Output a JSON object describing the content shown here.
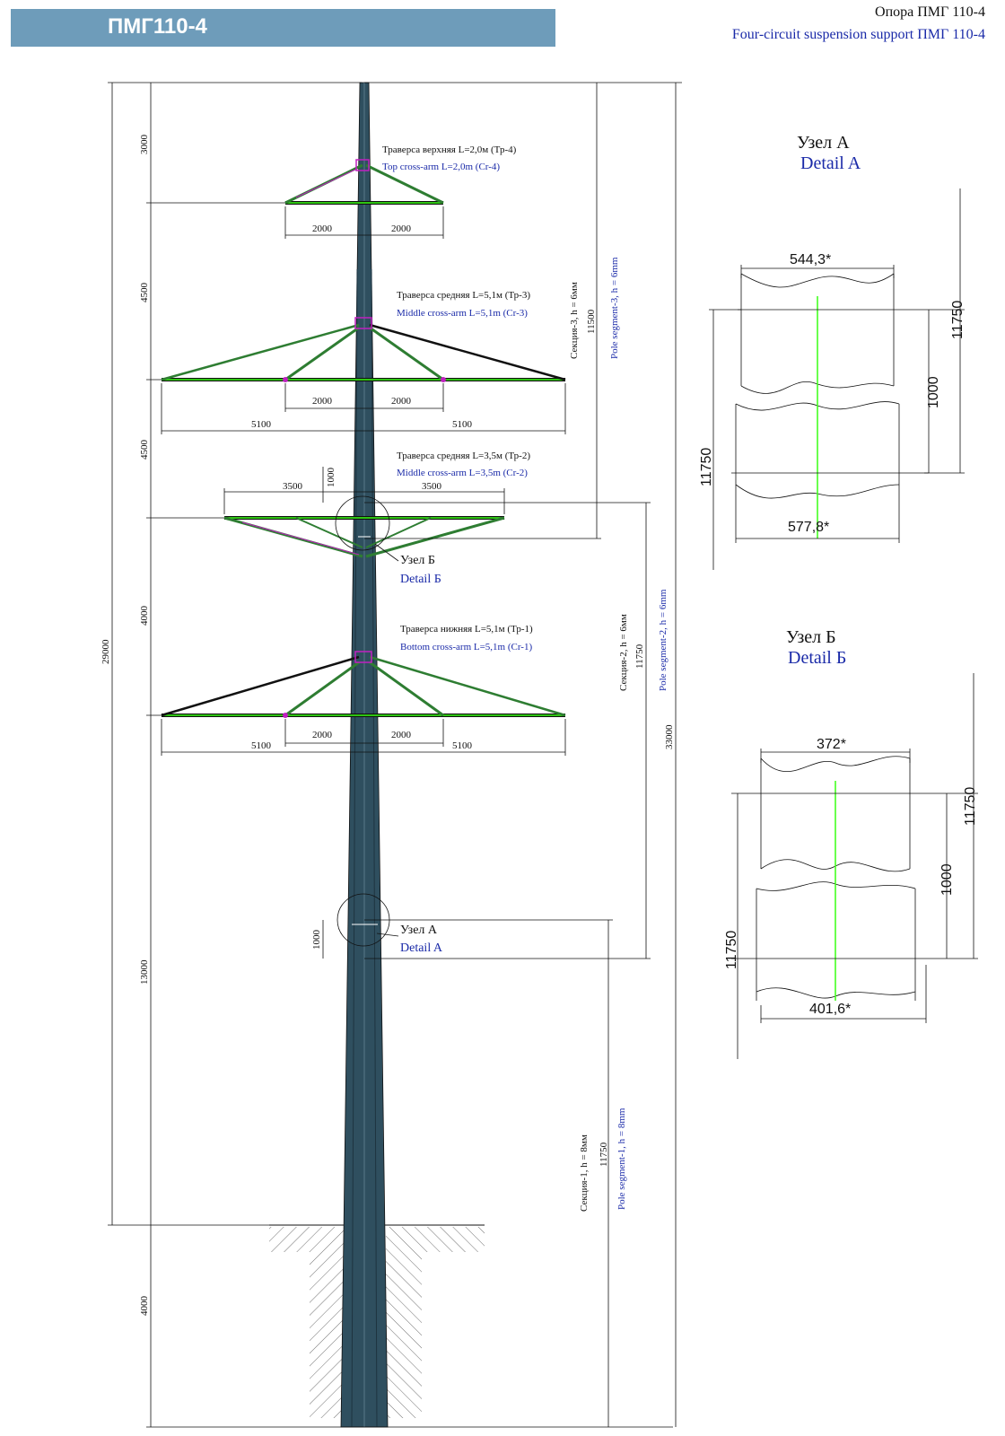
{
  "header": {
    "badge": "ПМГ110-4",
    "title_ru": "Опора ПМГ 110-4",
    "title_en": "Four-circuit suspension support ПМГ 110-4"
  },
  "crossarms": {
    "top": {
      "ru": "Траверса верхняя L=2,0м (Тр-4)",
      "en": "Top cross-arm L=2,0m (Cr-4)"
    },
    "middle51": {
      "ru": "Траверса средняя L=5,1м (Тр-3)",
      "en": "Middle cross-arm L=5,1m (Cr-3)"
    },
    "middle35": {
      "ru": "Траверса средняя L=3,5м (Тр-2)",
      "en": "Middle cross-arm L=3,5m (Cr-2)"
    },
    "bottom": {
      "ru": "Траверса нижняя L=5,1м (Тр-1)",
      "en": "Bottom cross-arm L=5,1m (Cr-1)"
    }
  },
  "details_on_pole": {
    "b_ru": "Узел Б",
    "b_en": "Detail Б",
    "a_ru": "Узел А",
    "a_en": "Detail A"
  },
  "segments": {
    "s3_ru": "Секция-3, h = 6мм",
    "s3_len": "11500",
    "s3_en": "Pole segment-3, h = 6mm",
    "s2_ru": "Секция-2, h = 6мм",
    "s2_len": "11750",
    "s2_en": "Pole segment-2, h = 6mm",
    "s1_ru": "Секция-1, h = 8мм",
    "s1_len": "11750",
    "s1_en": "Pole segment-1, h = 8mm"
  },
  "dims": {
    "v3000": "3000",
    "v4500a": "4500",
    "v4500b": "4500",
    "v4000": "4000",
    "v13000": "13000",
    "v4000b": "4000",
    "total29000": "29000",
    "total33000": "33000",
    "top_l": "2000",
    "top_r": "2000",
    "m51_l": "2000",
    "m51_r": "2000",
    "m51_ll": "5100",
    "m51_rr": "5100",
    "m35_l": "3500",
    "m35_r": "3500",
    "m35_v": "1000",
    "b_l": "2000",
    "b_r": "2000",
    "b_ll": "5100",
    "b_rr": "5100",
    "a_v": "1000"
  },
  "detail_a": {
    "title_ru": "Узел А",
    "title_en": "Detail A",
    "top_w": "544,3*",
    "bottom_w": "577,8*",
    "overlap": "1000",
    "len_r": "11750",
    "len_l": "11750"
  },
  "detail_b": {
    "title_ru": "Узел Б",
    "title_en": "Detail Б",
    "top_w": "372*",
    "bottom_w": "401,6*",
    "overlap": "1000",
    "len_r": "11750",
    "len_l": "11750"
  },
  "colors": {
    "pole": "#2f4f5f",
    "arm": "#2e7d32",
    "accent": "#39ff14",
    "joint": "#c020c0",
    "badge": "#6e9cba",
    "blue_text": "#1a2aa8"
  }
}
